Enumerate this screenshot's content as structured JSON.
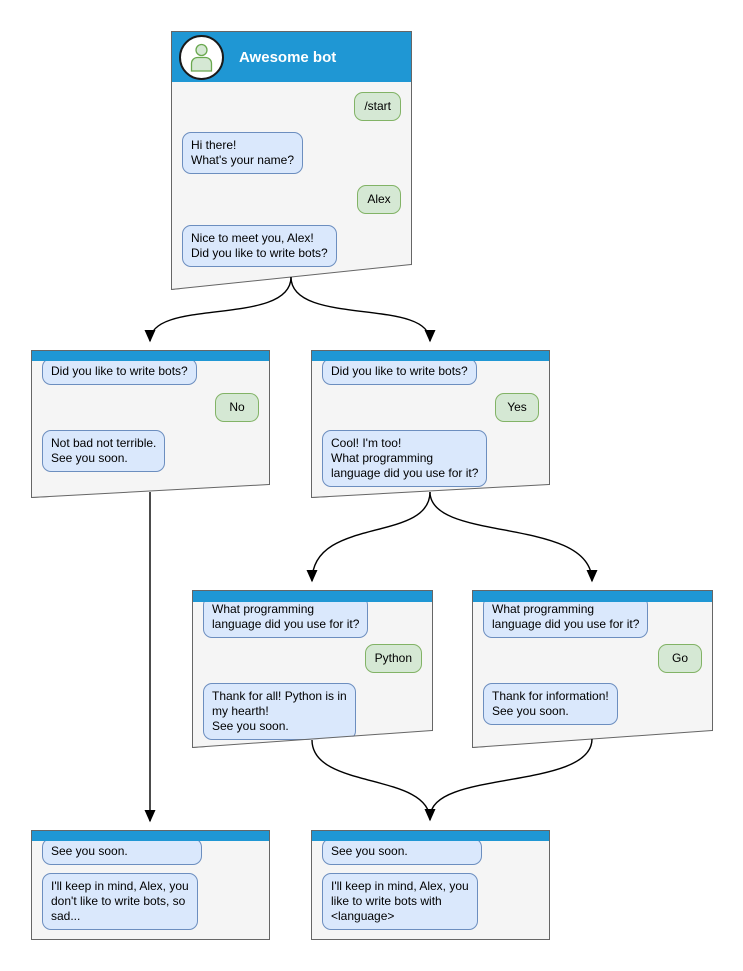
{
  "colors": {
    "header": "#1f97d4",
    "window_bg": "#f5f5f5",
    "window_border": "#666666",
    "bot_bubble_bg": "#dae8fc",
    "bot_bubble_border": "#6c8ebf",
    "user_bubble_bg": "#d5e8d4",
    "user_bubble_border": "#82b366",
    "connector": "#000000"
  },
  "windows": [
    {
      "id": "main",
      "title": "Awesome bot",
      "messages": [
        {
          "from": "user",
          "text": "/start"
        },
        {
          "from": "bot",
          "text": "Hi there!\nWhat's your name?"
        },
        {
          "from": "user",
          "text": "Alex"
        },
        {
          "from": "bot",
          "text": "Nice to meet you, Alex!\nDid you like to write bots?"
        }
      ]
    },
    {
      "id": "branch-no",
      "messages": [
        {
          "from": "bot",
          "text": "Did you like to write bots?"
        },
        {
          "from": "user",
          "text": "No"
        },
        {
          "from": "bot",
          "text": "Not bad not terrible.\nSee you soon."
        }
      ]
    },
    {
      "id": "branch-yes",
      "messages": [
        {
          "from": "bot",
          "text": "Did you like to write bots?"
        },
        {
          "from": "user",
          "text": "Yes"
        },
        {
          "from": "bot",
          "text": "Cool! I'm too!\nWhat programming\nlanguage did you use for it?"
        }
      ]
    },
    {
      "id": "lang-python",
      "messages": [
        {
          "from": "bot",
          "text": "What programming\nlanguage did you use for it?"
        },
        {
          "from": "user",
          "text": "Python"
        },
        {
          "from": "bot",
          "text": "Thank for all! Python is in\nmy hearth!\nSee you soon."
        }
      ]
    },
    {
      "id": "lang-go",
      "messages": [
        {
          "from": "bot",
          "text": "What programming\nlanguage did you use for it?"
        },
        {
          "from": "user",
          "text": "Go"
        },
        {
          "from": "bot",
          "text": "Thank for information!\nSee you soon."
        }
      ]
    },
    {
      "id": "end-no",
      "messages": [
        {
          "from": "bot",
          "text": "See you soon."
        },
        {
          "from": "bot",
          "text": "I'll keep in mind, Alex, you\ndon't like to write bots, so\nsad..."
        }
      ]
    },
    {
      "id": "end-lang",
      "messages": [
        {
          "from": "bot",
          "text": "See you soon."
        },
        {
          "from": "bot",
          "text": "I'll keep in mind, Alex, you\nlike to write bots with\n<language>"
        }
      ]
    }
  ]
}
